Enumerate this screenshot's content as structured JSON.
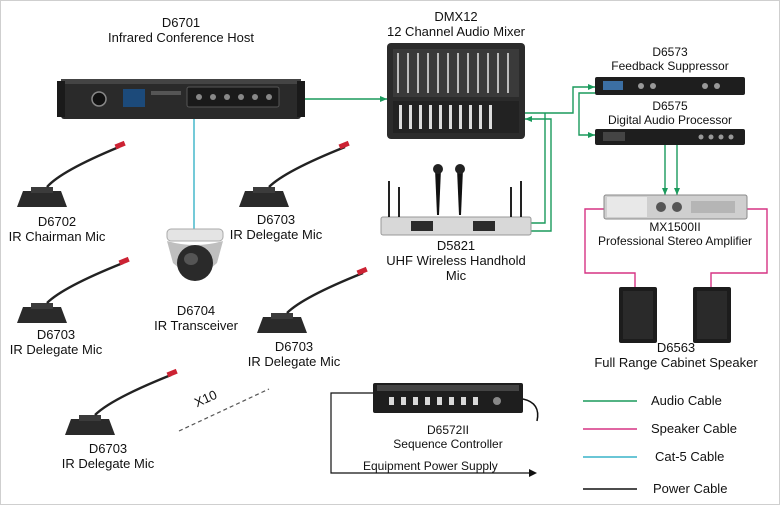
{
  "devices": {
    "host": {
      "model": "D6701",
      "name": "Infrared Conference Host"
    },
    "mixer": {
      "model": "DMX12",
      "name": "12 Channel Audio Mixer"
    },
    "suppressor": {
      "model": "D6573",
      "name": "Feedback Suppressor"
    },
    "processor": {
      "model": "D6575",
      "name": "Digital Audio Processor"
    },
    "amplifier": {
      "model": "MX1500II",
      "name": "Professional Stereo Amplifier"
    },
    "wireless": {
      "model": "D5821",
      "name": "UHF Wireless Handhold",
      "name2": "Mic"
    },
    "speaker": {
      "model": "D6563",
      "name": "Full Range Cabinet Speaker"
    },
    "sequencer": {
      "model": "D6572II",
      "name": "Sequence Controller"
    },
    "transceiver": {
      "model": "D6704",
      "name": "IR Transceiver"
    },
    "chairman": {
      "model": "D6702",
      "name": "IR Chairman Mic"
    },
    "delegate1": {
      "model": "D6703",
      "name": "IR Delegate Mic"
    },
    "delegate2": {
      "model": "D6703",
      "name": "IR Delegate Mic"
    },
    "delegate3": {
      "model": "D6703",
      "name": "IR Delegate Mic"
    },
    "delegate4": {
      "model": "D6703",
      "name": "IR Delegate Mic"
    }
  },
  "multiplier": "X10",
  "power_supply_label": "Equipment Power Supply",
  "legend": [
    {
      "label": "Audio Cable",
      "color": "#1a9a5c"
    },
    {
      "label": "Speaker Cable",
      "color": "#d63384"
    },
    {
      "label": "Cat-5 Cable",
      "color": "#39b3c8"
    },
    {
      "label": "Power Cable",
      "color": "#111111"
    }
  ],
  "colors": {
    "audio": "#1a9a5c",
    "speaker": "#d63384",
    "cat5": "#39b3c8",
    "power": "#111111"
  }
}
